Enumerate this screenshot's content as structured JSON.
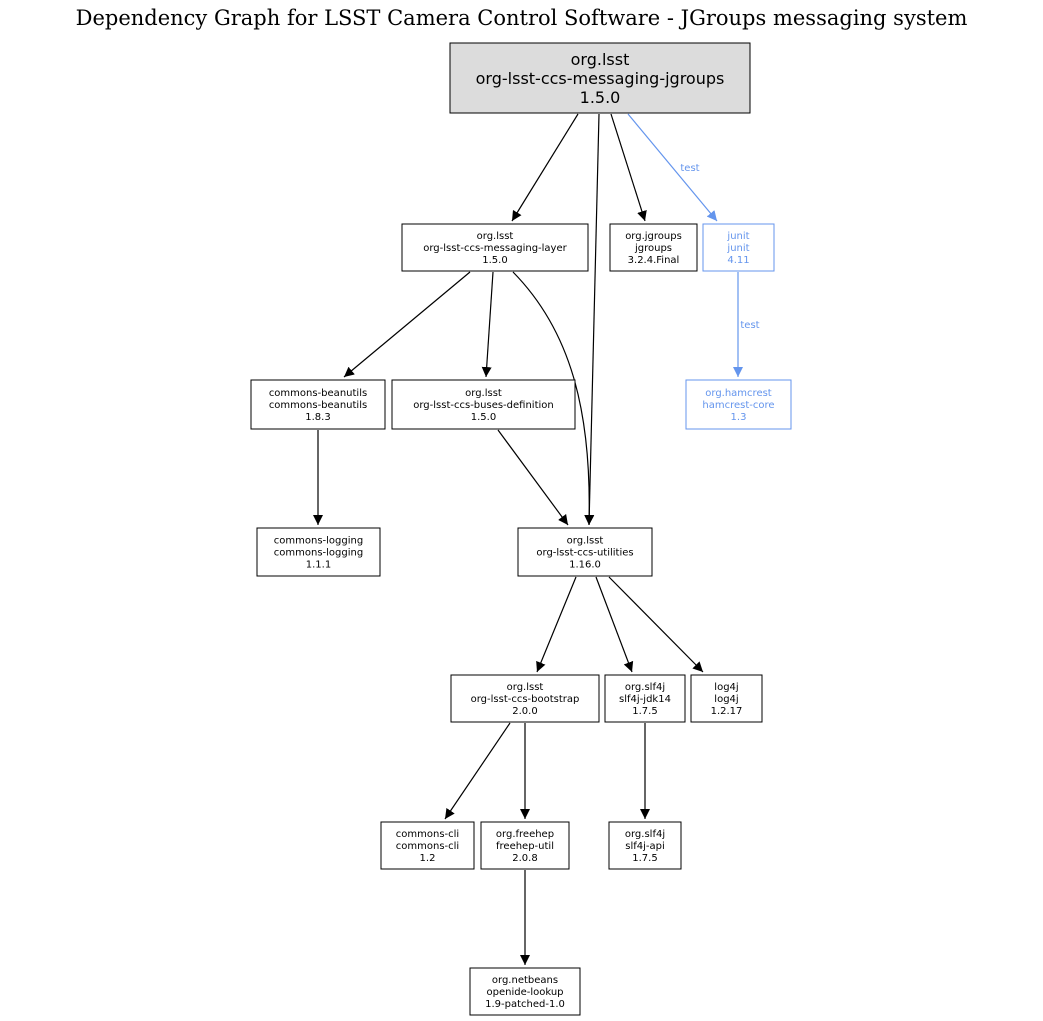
{
  "title": "Dependency Graph for LSST Camera Control Software - JGroups messaging system",
  "colors": {
    "default": "#000000",
    "test": "#6495ed",
    "root_fill": "#dcdcdc"
  },
  "nodes": [
    {
      "id": "root",
      "name": "root-node",
      "lines": [
        "org.lsst",
        "org-lsst-ccs-messaging-jgroups",
        "1.5.0"
      ],
      "scope": "root"
    },
    {
      "id": "msglayer",
      "name": "messaging-layer-node",
      "lines": [
        "org.lsst",
        "org-lsst-ccs-messaging-layer",
        "1.5.0"
      ],
      "scope": "compile"
    },
    {
      "id": "jgroups",
      "name": "jgroups-node",
      "lines": [
        "org.jgroups",
        "jgroups",
        "3.2.4.Final"
      ],
      "scope": "compile"
    },
    {
      "id": "junit",
      "name": "junit-node",
      "lines": [
        "junit",
        "junit",
        "4.11"
      ],
      "scope": "test"
    },
    {
      "id": "beanutils",
      "name": "commons-beanutils-node",
      "lines": [
        "commons-beanutils",
        "commons-beanutils",
        "1.8.3"
      ],
      "scope": "compile"
    },
    {
      "id": "buses",
      "name": "buses-definition-node",
      "lines": [
        "org.lsst",
        "org-lsst-ccs-buses-definition",
        "1.5.0"
      ],
      "scope": "compile"
    },
    {
      "id": "hamcrest",
      "name": "hamcrest-core-node",
      "lines": [
        "org.hamcrest",
        "hamcrest-core",
        "1.3"
      ],
      "scope": "test"
    },
    {
      "id": "logging",
      "name": "commons-logging-node",
      "lines": [
        "commons-logging",
        "commons-logging",
        "1.1.1"
      ],
      "scope": "compile"
    },
    {
      "id": "utilities",
      "name": "utilities-node",
      "lines": [
        "org.lsst",
        "org-lsst-ccs-utilities",
        "1.16.0"
      ],
      "scope": "compile"
    },
    {
      "id": "bootstrap",
      "name": "bootstrap-node",
      "lines": [
        "org.lsst",
        "org-lsst-ccs-bootstrap",
        "2.0.0"
      ],
      "scope": "compile"
    },
    {
      "id": "slf4jjdk",
      "name": "slf4j-jdk14-node",
      "lines": [
        "org.slf4j",
        "slf4j-jdk14",
        "1.7.5"
      ],
      "scope": "compile"
    },
    {
      "id": "log4j",
      "name": "log4j-node",
      "lines": [
        "log4j",
        "log4j",
        "1.2.17"
      ],
      "scope": "compile"
    },
    {
      "id": "cli",
      "name": "commons-cli-node",
      "lines": [
        "commons-cli",
        "commons-cli",
        "1.2"
      ],
      "scope": "compile"
    },
    {
      "id": "freehep",
      "name": "freehep-util-node",
      "lines": [
        "org.freehep",
        "freehep-util",
        "2.0.8"
      ],
      "scope": "compile"
    },
    {
      "id": "slf4japi",
      "name": "slf4j-api-node",
      "lines": [
        "org.slf4j",
        "slf4j-api",
        "1.7.5"
      ],
      "scope": "compile"
    },
    {
      "id": "openide",
      "name": "openide-lookup-node",
      "lines": [
        "org.netbeans",
        "openide-lookup",
        "1.9-patched-1.0"
      ],
      "scope": "compile"
    }
  ],
  "edges": [
    {
      "from": "root",
      "to": "msglayer",
      "label": ""
    },
    {
      "from": "root",
      "to": "utilities",
      "label": ""
    },
    {
      "from": "root",
      "to": "jgroups",
      "label": ""
    },
    {
      "from": "root",
      "to": "junit",
      "label": "test"
    },
    {
      "from": "msglayer",
      "to": "beanutils",
      "label": ""
    },
    {
      "from": "msglayer",
      "to": "buses",
      "label": ""
    },
    {
      "from": "msglayer",
      "to": "utilities",
      "label": ""
    },
    {
      "from": "junit",
      "to": "hamcrest",
      "label": "test"
    },
    {
      "from": "beanutils",
      "to": "logging",
      "label": ""
    },
    {
      "from": "buses",
      "to": "utilities",
      "label": ""
    },
    {
      "from": "utilities",
      "to": "bootstrap",
      "label": ""
    },
    {
      "from": "utilities",
      "to": "slf4jjdk",
      "label": ""
    },
    {
      "from": "utilities",
      "to": "log4j",
      "label": ""
    },
    {
      "from": "bootstrap",
      "to": "cli",
      "label": ""
    },
    {
      "from": "bootstrap",
      "to": "freehep",
      "label": ""
    },
    {
      "from": "slf4jjdk",
      "to": "slf4japi",
      "label": ""
    },
    {
      "from": "freehep",
      "to": "openide",
      "label": ""
    }
  ]
}
